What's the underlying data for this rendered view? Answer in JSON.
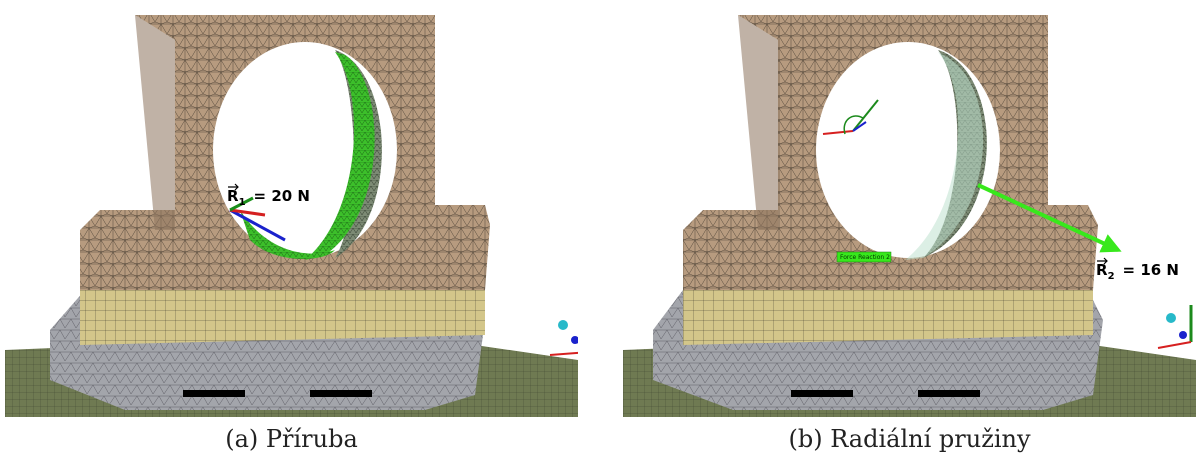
{
  "figures": [
    {
      "caption": "(a) Příruba",
      "force_label_main": "R",
      "force_label_sub": "1",
      "force_label_value": "= 20 N"
    },
    {
      "caption": "(b) Radiální pružiny",
      "force_label_main": "R",
      "force_label_sub": "2",
      "force_label_value": "= 16 N",
      "tag_label": "Force Reaction 2"
    }
  ],
  "colors": {
    "housing": "#b79b7f",
    "insert": "#d3c68a",
    "base": "#9ea0a6",
    "floor": "#6f7a52",
    "highlight": "#3cbf2a",
    "mesh_line": "#2f2a25"
  }
}
